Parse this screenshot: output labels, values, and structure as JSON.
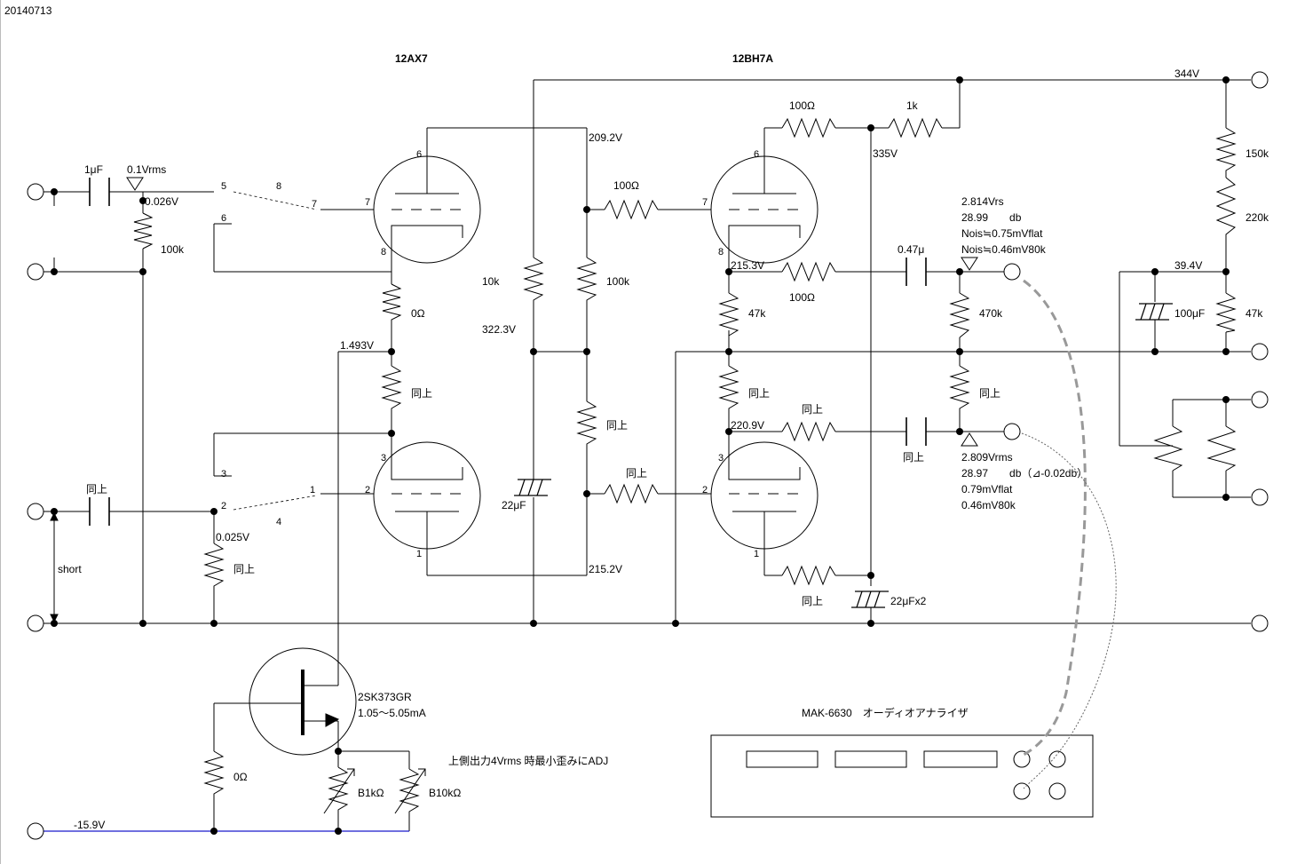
{
  "date": "20140713",
  "tubes": {
    "first": "12AX7",
    "second": "12BH7A"
  },
  "pins": {
    "t1_top_plate": "6",
    "t1_top_grid": "7",
    "t1_top_cathode": "8",
    "t1_bot_cathode": "3",
    "t1_bot_grid": "2",
    "t1_bot_plate": "1",
    "t2_top_plate": "6",
    "t2_top_grid": "7",
    "t2_top_cathode": "8",
    "t2_bot_cathode": "3",
    "t2_bot_grid": "2",
    "t2_bot_plate": "1",
    "sw_5": "5",
    "sw_8": "8",
    "sw_7": "7",
    "sw_6": "6",
    "sw_3": "3",
    "sw_2": "2",
    "sw_1": "1",
    "sw_4": "4"
  },
  "labels": {
    "cap_in_top": "1μF",
    "vin_top": "0.1Vrms",
    "v_grid_top": "0.026V",
    "r_in_top": "100k",
    "r_cath_top": "0Ω",
    "v_cath_top": "1.493V",
    "r_cath_bot": "同上",
    "cap_in_bot": "同上",
    "v_grid_bot": "0.025V",
    "r_in_bot": "同上",
    "short": "short",
    "v_plate1_top": "209.2V",
    "r_load_top": "100k",
    "r_10k": "10k",
    "v_322": "322.3V",
    "r_load_bot": "同上",
    "cap_22u": "22μF",
    "v_plate1_bot": "215.2V",
    "r_grid2_top": "100Ω",
    "r_grid2_bot": "同上",
    "r_plate2_top": "100Ω",
    "r_1k": "1k",
    "v_335": "335V",
    "v_344": "344V",
    "v_215_3": "215.3V",
    "r_out_top": "100Ω",
    "r_47k_top": "47k",
    "r_47k_bot": "同上",
    "v_220_9": "220.9V",
    "r_out_bot": "同上",
    "cap_out_top": "0.47μ",
    "cap_out_bot": "同上",
    "r_470k": "470k",
    "r_470k_bot": "同上",
    "r_cath2": "同上",
    "cap_22u_x2": "22μFx2",
    "out_top_1": "2.814Vrs",
    "out_top_2": "28.99　　db",
    "out_top_3": "Nois≒0.75mVflat",
    "out_top_4": "Nois≒0.46mV80k",
    "out_bot_1": "2.809Vrms",
    "out_bot_2": "28.97　　db（⊿-0.02db）",
    "out_bot_3": "0.79mVflat",
    "out_bot_4": "0.46mV80k",
    "r_150k": "150k",
    "r_220k": "220k",
    "v_39_4": "39.4V",
    "cap_100u": "100μF",
    "r_47k_bias": "47k",
    "fet": "2SK373GR",
    "fet_current": "1.05～5.05mA",
    "r_0_src": "0Ω",
    "vr_1k": "B1kΩ",
    "vr_10k": "B10kΩ",
    "adj_note": "上側出力4Vrms 時最小歪みにADJ",
    "v_neg": "-15.9V",
    "analyzer": "MAK-6630　オーディオアナライザ"
  }
}
